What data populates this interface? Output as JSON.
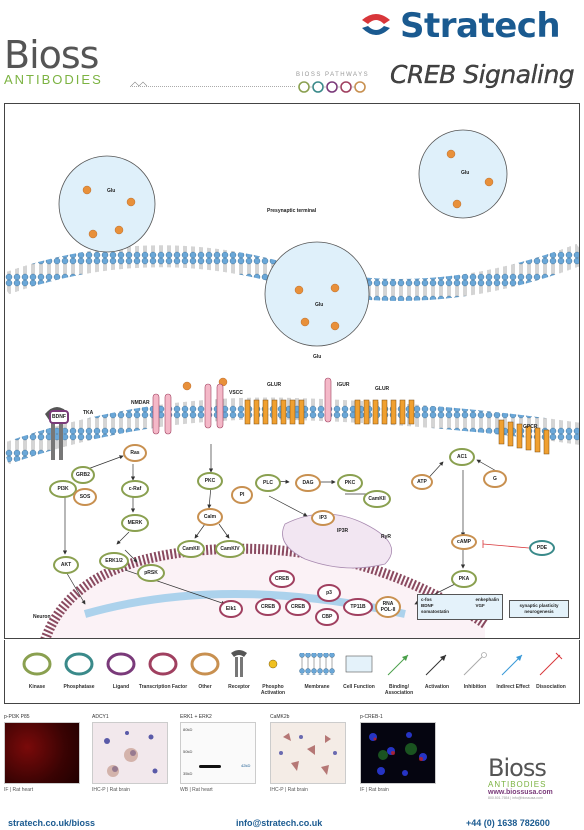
{
  "header": {
    "brand": "Stratech",
    "partner_brand": "Bioss",
    "partner_sub": "ANTIBODIES",
    "pathways_label": "BIOSS PATHWAYS",
    "title": "CREB Signaling"
  },
  "diagram": {
    "presynaptic_label": "Presynaptic terminal",
    "vesicle_label": "Glu",
    "glu_label": "Glu",
    "neuron_label": "Neuron",
    "receptors": [
      "NMDAR",
      "VSCC",
      "GLUR",
      "IGUR",
      "GLUR",
      "GPCR",
      "TKA"
    ],
    "nodes": {
      "bdnf": "BDNF",
      "grb2": "GRB2",
      "pi3k": "PI3K",
      "sos": "SOS",
      "ras": "Ras",
      "craf": "c-Raf",
      "merk": "MERK",
      "erk": "ERK1/2",
      "prsk": "pRSK",
      "akt": "AKT",
      "pkc1": "PKC",
      "calm": "Calm",
      "camkii": "CamKII",
      "camkiv": "CamKIV",
      "pi": "PI",
      "plc": "PLC",
      "dag": "DAG",
      "pkc2": "PKC",
      "camkii2": "CamKII",
      "ip3": "IP3",
      "ip3r": "IP3R",
      "ryr": "RyR",
      "atp": "ATP",
      "ac1": "AC1",
      "gs": "G",
      "camp": "cAMP",
      "pde": "PDE",
      "pka": "PKA",
      "elk1": "Elk1",
      "creb1": "CREB",
      "creb2": "CREB",
      "creb3": "CREB",
      "p3": "p3",
      "cbp": "CBP",
      "taf": "TP11B",
      "rna": "RNA\nPOL-II"
    },
    "targets": {
      "left": [
        "c-fos",
        "BDNF",
        "somatostatin"
      ],
      "right": [
        "enkephalin",
        "VGF"
      ]
    },
    "outcome": "synaptic plasticity\nneurogenesis"
  },
  "legend": [
    "Kinase",
    "Phosphatase",
    "Ligand",
    "Transcription Factor",
    "Other",
    "Receptor",
    "Phospho\nActivation",
    "Membrane",
    "Cell Function",
    "Binding/\nAssociation",
    "Activation",
    "Inhibition",
    "Indirect Effect",
    "Dissociation"
  ],
  "products": [
    {
      "name": "p-PI3K P85",
      "caption": "IF  |  Rat heart"
    },
    {
      "name": "ADCY1",
      "caption": "IHC-P  |  Rat brain"
    },
    {
      "name": "ERK1 + ERK2",
      "caption": "WB  |  Rat heart",
      "bands": [
        "80kD",
        "50kD",
        "35kD"
      ],
      "band_label": "42kD"
    },
    {
      "name": "CaMK2b",
      "caption": "IHC-P  |  Rat brain"
    },
    {
      "name": "p-CREB-1",
      "caption": "IF  |  Rat brain"
    }
  ],
  "bioss_footer": {
    "word": "Bioss",
    "sub": "ANTIBODIES",
    "url": "www.biossusa.com",
    "contact": "800.501.7654  |  info@biossusa.com"
  },
  "footer": {
    "website": "stratech.co.uk/bioss",
    "email": "info@stratech.co.uk",
    "phone": "+44 (0) 1638 782600"
  },
  "colors": {
    "brand_blue": "#1a5a90",
    "brand_red": "#d8363a",
    "bioss_green": "#7cb342",
    "membrane_blue": "#6aa7d8",
    "kinase": "#8aa050",
    "phosphatase": "#3a8a8a",
    "ligand": "#7a3a7a",
    "tf": "#a04060",
    "other": "#c89050"
  }
}
